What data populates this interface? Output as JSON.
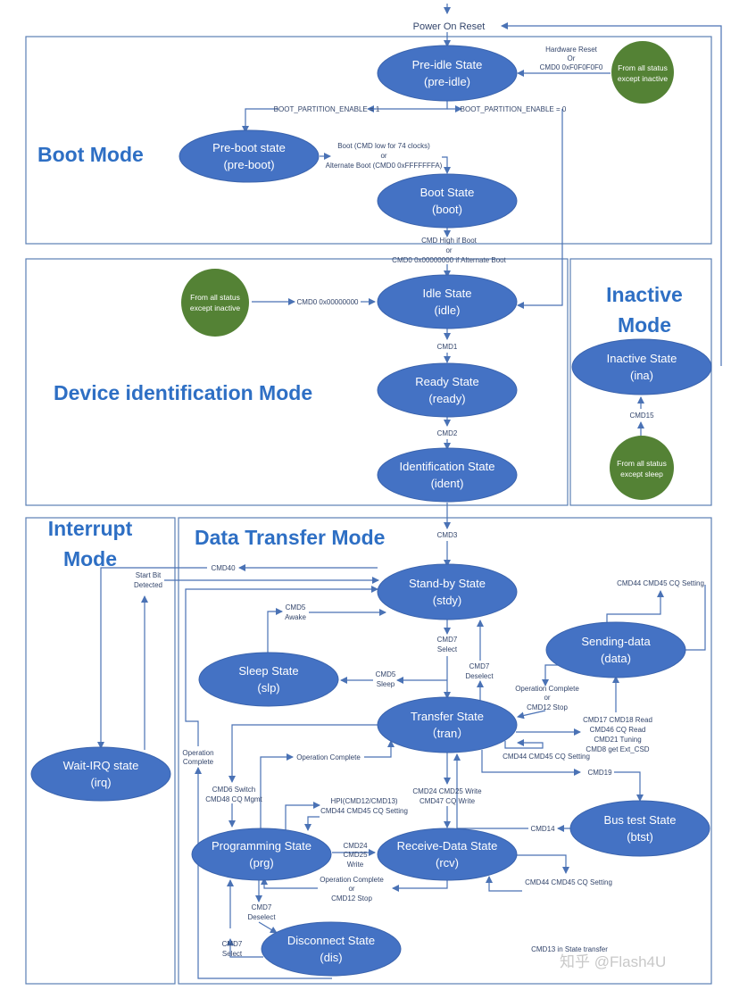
{
  "top_label": "Power On Reset",
  "modes": {
    "boot": "Boot Mode",
    "device_id": "Device identification Mode",
    "inactive_1": "Inactive",
    "inactive_2": "Mode",
    "interrupt_1": "Interrupt",
    "interrupt_2": "Mode",
    "data_transfer": "Data Transfer Mode"
  },
  "states": {
    "preidle": {
      "name": "Pre-idle State",
      "abbr": "(pre-idle)"
    },
    "preboot": {
      "name": "Pre-boot state",
      "abbr": "(pre-boot)"
    },
    "boot": {
      "name": "Boot State",
      "abbr": "(boot)"
    },
    "idle": {
      "name": "Idle State",
      "abbr": "(idle)"
    },
    "ready": {
      "name": "Ready State",
      "abbr": "(ready)"
    },
    "ident": {
      "name": "Identification State",
      "abbr": "(ident)"
    },
    "inactive": {
      "name": "Inactive State",
      "abbr": "(ina)"
    },
    "standby": {
      "name": "Stand-by State",
      "abbr": "(stdy)"
    },
    "sleep": {
      "name": "Sleep State",
      "abbr": "(slp)"
    },
    "sending": {
      "name": "Sending-data",
      "abbr": "(data)"
    },
    "transfer": {
      "name": "Transfer State",
      "abbr": "（tran）"
    },
    "waitirq": {
      "name": "Wait-IRQ state",
      "abbr": "(irq)"
    },
    "bustest": {
      "name": "Bus test State",
      "abbr": "(btst)"
    },
    "programming": {
      "name": "Programming State",
      "abbr": "(prg)"
    },
    "receive": {
      "name": "Receive-Data State",
      "abbr": "(rcv)"
    },
    "disconnect": {
      "name": "Disconnect State",
      "abbr": "(dis)"
    }
  },
  "sources": {
    "s1": {
      "l1": "From all status",
      "l2": "except inactive"
    },
    "s2": {
      "l1": "From all status",
      "l2": "except inactive"
    },
    "s3": {
      "l1": "From all status",
      "l2": "except sleep"
    }
  },
  "labels": {
    "hw_reset_1": "Hardware Reset",
    "hw_reset_2": "Or",
    "hw_reset_3": "CMD0 0xF0F0F0F0",
    "bpe1": "BOOT_PARTITION_ENABLE = 1",
    "bpe0": "BOOT_PARTITION_ENABLE = 0",
    "boot_cmd_1": "Boot (CMD low for 74 clocks)",
    "boot_cmd_2": "or",
    "boot_cmd_3": "Alternate Boot (CMD0 0xFFFFFFFA)",
    "cmd_high_1": "CMD High if Boot",
    "cmd_high_2": "or",
    "cmd_high_3": "CMD0 0x00000000 if Alternate Boot",
    "cmd0_zero": "CMD0 0x00000000",
    "cmd1": "CMD1",
    "cmd2": "CMD2",
    "cmd15": "CMD15",
    "cmd3": "CMD3",
    "cmd40": "CMD40",
    "start_bit_1": "Start Bit",
    "start_bit_2": "Detected",
    "cmd5_awake_1": "CMD5",
    "cmd5_awake_2": "Awake",
    "cmd5_sleep_1": "CMD5",
    "cmd5_sleep_2": "Sleep",
    "cmd7_select_1": "CMD7",
    "cmd7_select_2": "Select",
    "cmd7_deselect_1": "CMD7",
    "cmd7_deselect_2": "Deselect",
    "cmd44_45_top": "CMD44 CMD45 CQ Setting",
    "op_complete_stop_1": "Operation Complete",
    "op_complete_stop_2": "or",
    "op_complete_stop_3": "CMD12 Stop",
    "send_cmds_1": "CMD17 CMD18 Read",
    "send_cmds_2": "CMD46 CQ Read",
    "send_cmds_3": "CMD21 Tuning",
    "send_cmds_4": "CMD8 get Ext_CSD",
    "cmd44_45_tran": "CMD44 CMD45 CQ Setting",
    "cmd19": "CMD19",
    "op_complete_left_1": "Operation",
    "op_complete_left_2": "Complete",
    "op_complete_mid": "Operation Complete",
    "cmd6_1": "CMD6 Switch",
    "cmd6_2": "CMD48 CQ Mgmt",
    "write_cmds_1": "CMD24 CMD25 Write",
    "write_cmds_2": "CMD47 CQ Write",
    "hpi_1": "HPI(CMD12/CMD13)",
    "hpi_2": "CMD44 CMD45 CQ Setting",
    "cmd14": "CMD14",
    "cmd24_25_1": "CMD24",
    "cmd24_25_2": "CMD25",
    "cmd24_25_3": "Write",
    "op_complete_rcv_1": "Operation Complete",
    "op_complete_rcv_2": "or",
    "op_complete_rcv_3": "CMD12 Stop",
    "cmd44_45_rcv": "CMD44 CMD45 CQ Setting",
    "cmd7_deselect_prg_1": "CMD7",
    "cmd7_deselect_prg_2": "Deselect",
    "cmd7_select_dis_1": "CMD7",
    "cmd7_select_dis_2": "Select",
    "cmd13": "CMD13 in State transfer"
  },
  "watermark": "知乎 @Flash4U",
  "colors": {
    "state": "#4472c4",
    "source": "#548235",
    "mode_title": "#2e6fc4",
    "edge": "#4a72b5"
  }
}
